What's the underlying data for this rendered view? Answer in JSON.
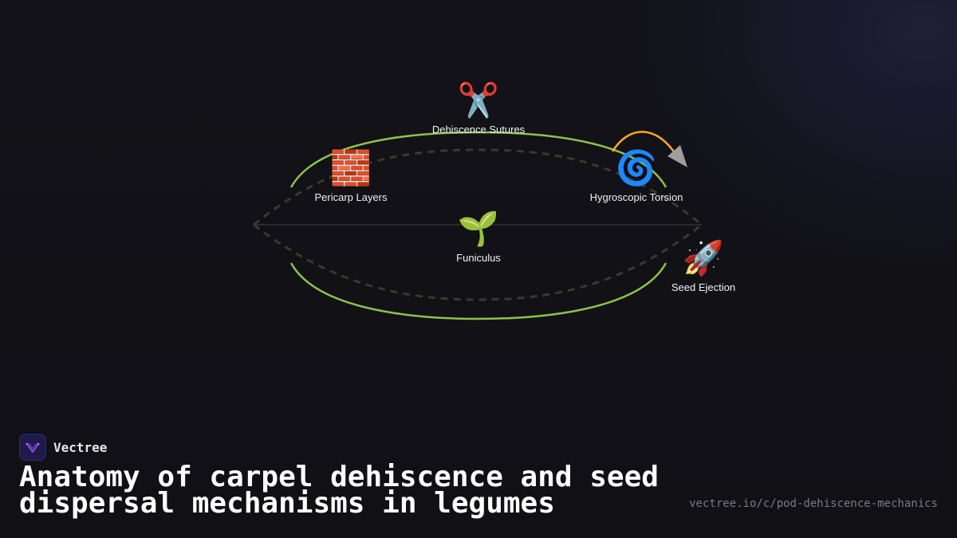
{
  "brand": {
    "name": "Vectree",
    "logo_icon": "vectree-logo-icon"
  },
  "title": "Anatomy of carpel dehiscence and seed dispersal mechanisms in legumes",
  "url": "vectree.io/c/pod-dehiscence-mechanics",
  "colors": {
    "background": "#111117",
    "outline": "#8bc34a",
    "dashed": "#3a3a28",
    "arrow": "#ffa726",
    "arrowhead": "#9e9e9e",
    "text": "#ffffff",
    "muted": "#7a7a82"
  },
  "diagram": {
    "nodes": [
      {
        "id": "sutures",
        "icon": "✂️",
        "icon_name": "scissors-icon",
        "label": "Dehiscence Sutures"
      },
      {
        "id": "pericarp",
        "icon": "🧱",
        "icon_name": "brick-icon",
        "label": "Pericarp Layers"
      },
      {
        "id": "torsion",
        "icon": "🌀",
        "icon_name": "cyclone-icon",
        "label": "Hygroscopic Torsion"
      },
      {
        "id": "funiculus",
        "icon": "🌱",
        "icon_name": "seedling-icon",
        "label": "Funiculus"
      },
      {
        "id": "ejection",
        "icon": "🚀",
        "icon_name": "rocket-icon",
        "label": "Seed Ejection"
      }
    ]
  }
}
